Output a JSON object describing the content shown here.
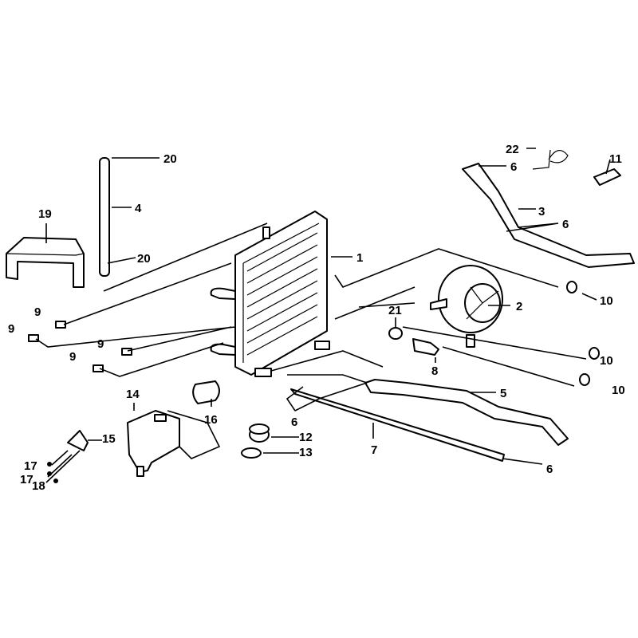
{
  "diagram": {
    "title": "Cooling system exploded parts diagram",
    "callouts": [
      "20",
      "4",
      "20",
      "19",
      "1",
      "22",
      "6",
      "11",
      "3",
      "6",
      "10",
      "2",
      "21",
      "9",
      "9",
      "9",
      "9",
      "10",
      "10",
      "8",
      "5",
      "14",
      "16",
      "6",
      "12",
      "7",
      "13",
      "15",
      "17",
      "17",
      "18",
      "6"
    ]
  }
}
